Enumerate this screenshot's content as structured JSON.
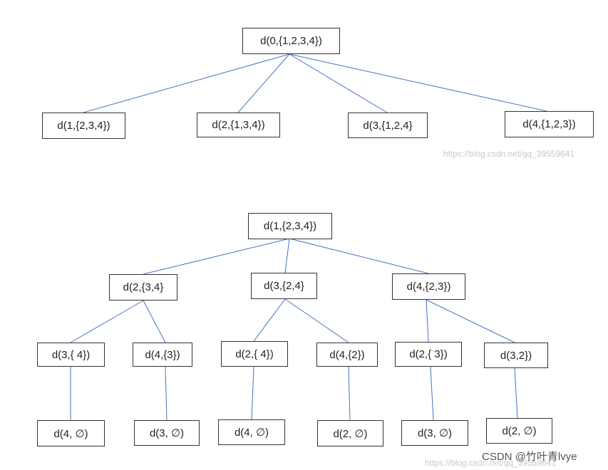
{
  "colors": {
    "edge": "#4472c4",
    "border": "#333333",
    "watermark": "#c8c8c8"
  },
  "tree1": {
    "root": "d(0,{1,2,3,4})",
    "children": [
      "d(1,{2,3,4})",
      "d(2,{1,3,4})",
      "d(3,{1,2,4}",
      "d(4,{1,2,3})"
    ]
  },
  "watermark_top": "https://blog.csdn.net/qq_39559641",
  "tree2": {
    "root": "d(1,{2,3,4})",
    "level1": [
      "d(2,{3,4}",
      "d(3,{2,4}",
      "d(4,{2,3})"
    ],
    "level2": [
      "d(3,{ 4})",
      "d(4,{3})",
      "d(2,{ 4})",
      "d(4,{2})",
      "d(2,{ 3})",
      "d(3,2})"
    ],
    "level3": [
      "d(4, ∅)",
      "d(3, ∅)",
      "d(4, ∅)",
      "d(2, ∅)",
      "d(3, ∅)",
      "d(2, ∅)"
    ]
  },
  "watermark_bottom": "https://blog.csdn.net/qq_39559641",
  "brand_label": "CSDN @竹叶青lvye"
}
